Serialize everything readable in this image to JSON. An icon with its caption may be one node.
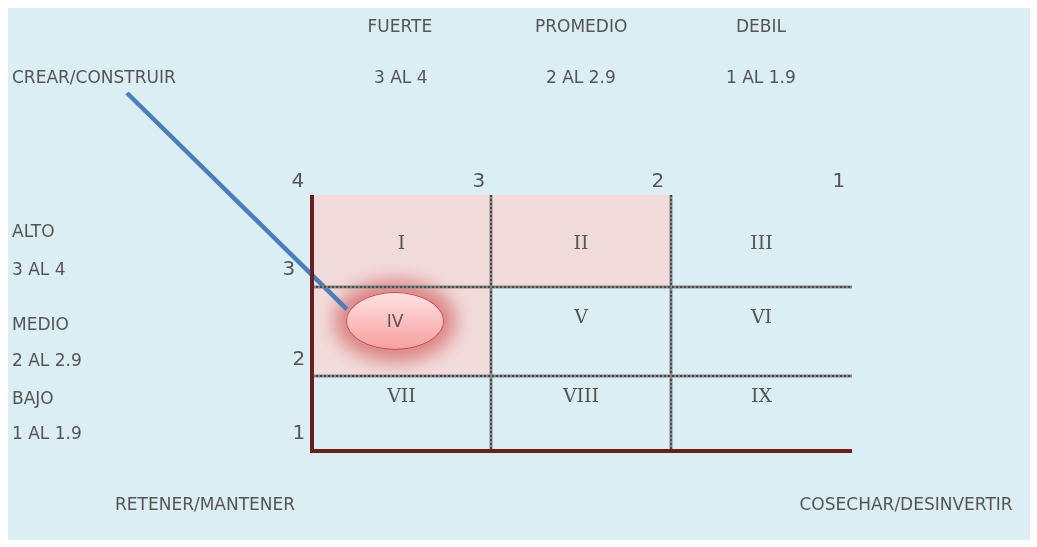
{
  "diagram": {
    "nodes": [
      {
        "text": [
          "CREAR/CONSTRUIR"
        ]
      },
      {
        "text": [
          "I"
        ]
      },
      {
        "text": [
          "II"
        ]
      },
      {
        "text": [
          "III"
        ]
      },
      {
        "text": [],
        "shape": "box"
      },
      {
        "text": [
          "IV"
        ],
        "in": 4
      },
      {
        "text": [
          "V"
        ]
      },
      {
        "text": [
          "VI"
        ]
      },
      {
        "text": [
          "VII"
        ]
      },
      {
        "text": [
          "VIII"
        ]
      },
      {
        "text": [
          "IX"
        ]
      }
    ],
    "edges": [
      {
        "from": 0,
        "to": 5,
        "arrow": "none"
      }
    ],
    "labels": [
      "FUERTE",
      "PROMEDIO",
      "DEBIL",
      "3 AL 4",
      "2 AL 2.9",
      "1 AL 1.9",
      "4",
      "3",
      "2",
      "1",
      "ALTO",
      "3 AL 4",
      "3",
      "MEDIO",
      "2 AL 2.9",
      "2",
      "BAJO",
      "1 AL 1.9",
      "1",
      "RETENER/MANTENER",
      "COSECHAR/DESINVERTIR"
    ]
  }
}
